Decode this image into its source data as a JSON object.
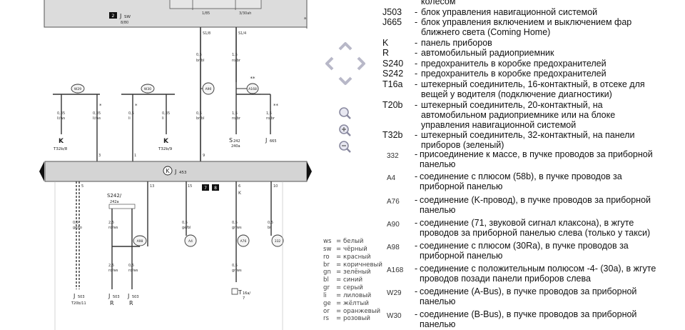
{
  "diagram": {
    "top_box": {
      "tag": "2",
      "label": "J",
      "sub": "SW",
      "ref": "8/80",
      "n1": "1/85",
      "n2": "3/30ah",
      "cut": "a"
    },
    "wires_top": [
      {
        "pin": "S1/8",
        "gauge": "0,5",
        "color": "br/bl"
      },
      {
        "pin": "S1/4",
        "gauge": "1,5",
        "color": "ro/br"
      }
    ],
    "upper_circles": [
      "W29",
      "W30",
      "A90",
      "A168"
    ],
    "upper_wires": [
      {
        "gauge": "0,35",
        "color": "li/ws",
        "target": "K",
        "target_sub": "T32b/8"
      },
      {
        "gauge": "0,35",
        "color": "li/ws",
        "mark": "*"
      },
      {
        "gauge": "0,5",
        "color": "li",
        "mark": "*"
      },
      {
        "gauge": "0,35",
        "color": "li",
        "target": "K",
        "target_sub": "T32b/9"
      },
      {
        "gauge": "0,5",
        "color": "br/bl"
      },
      {
        "gauge": "1,5",
        "color": "ro/br",
        "target": "S",
        "target_sub": "242",
        "target_sub2": "240a"
      },
      {
        "gauge": "1,5",
        "color": "ro/br",
        "target": "J",
        "target_sub": "665",
        "mark": "**"
      }
    ],
    "bar_pins_top": [
      "3",
      "1",
      "9"
    ],
    "bar": {
      "symbol": "K",
      "label": "J",
      "sub": "453",
      "tags": [
        "7",
        "8"
      ]
    },
    "bar_pins_bottom": [
      "5",
      "13",
      "15",
      "6",
      "10"
    ],
    "lower": {
      "fuse": {
        "label": "S242/",
        "sub": "242a"
      },
      "circles": [
        "A98",
        "A4",
        "A76",
        "332"
      ],
      "wires": [
        {
          "gauge": "0,5",
          "color": "ge/ro"
        },
        {
          "gauge": "2,5",
          "color": "ro/ws"
        },
        {
          "gauge": "2,5",
          "color": "ro/ws"
        },
        {
          "gauge": "0,5",
          "color": "ro/ws"
        },
        {
          "gauge": "0,5",
          "color": "ge/bl"
        },
        {
          "gauge": "0,5",
          "color": "gr/ws"
        },
        {
          "gauge": "0,5",
          "color": "gr/ws"
        },
        {
          "gauge": "0,5",
          "color": "br"
        }
      ],
      "k_label": "K",
      "targets": [
        {
          "label": "J",
          "sub": "503",
          "sub2": "T20b/11"
        },
        {
          "label": "J",
          "sub": "503",
          "sub2": "R"
        },
        {
          "label": "J",
          "sub": "503",
          "sub2": "R"
        },
        {
          "label": "T",
          "sub": "16a/",
          "sub2": "7"
        }
      ]
    }
  },
  "nav": {
    "icons": [
      "arrow-up",
      "arrow-left",
      "arrow-right",
      "arrow-down",
      "zoom-reset",
      "zoom-in",
      "zoom-out"
    ]
  },
  "legend": {
    "partial_top": "колесом",
    "items": [
      {
        "code": "J503",
        "desc": "блок управления навигационной системой"
      },
      {
        "code": "J665",
        "desc": "блок управления включением и выключением фар ближнего света (Coming Home)"
      },
      {
        "code": "K",
        "desc": "панель приборов"
      },
      {
        "code": "R",
        "desc": "автомобильный радиоприемник"
      },
      {
        "code": "S240",
        "desc": "предохранитель в коробке предохранителей"
      },
      {
        "code": "S242",
        "desc": "предохранитель в коробке предохранителей"
      },
      {
        "code": "T16a",
        "desc": "штекерный соединитель, 16-контактный, в отсеке для вещей у водителя (подключение диагностики)"
      },
      {
        "code": "T20b",
        "desc": "штекерный соединитель, 20-контактный, на автомобильном радиоприемнике или на блоке управления навигационной системой"
      },
      {
        "code": "T32b",
        "desc": "штекерный соединитель, 32-контактный, на панели приборов (зеленый)"
      },
      {
        "code": "332",
        "desc": "присоединение к массе, в пучке проводов за приборной панелью"
      },
      {
        "code": "A4",
        "desc": "соединение с плюсом (58b), в пучке проводов за приборной панелью"
      },
      {
        "code": "A76",
        "desc": "соединение (K-провод), в пучке проводов за приборной панелью"
      },
      {
        "code": "A90",
        "desc": "соединение (71, звуковой сигнал клаксона), в жгуте проводов за приборной панелью слева (только у такси)"
      },
      {
        "code": "A98",
        "desc": "соединение с плюсом (30Ra), в пучке проводов за приборной панелью"
      },
      {
        "code": "A168",
        "desc": "соединение с положительным полюсом -4- (30a), в жгуте проводов позади панели приборов слева"
      },
      {
        "code": "W29",
        "desc": "соединение (A-Bus), в пучке проводов за приборной панелью"
      },
      {
        "code": "W30",
        "desc": "соединение (B-Bus), в пучке проводов за приборной панелью"
      }
    ]
  },
  "color_key": [
    {
      "code": "ws",
      "name": "белый"
    },
    {
      "code": "sw",
      "name": "чёрный"
    },
    {
      "code": "ro",
      "name": "красный"
    },
    {
      "code": "br",
      "name": "коричневый"
    },
    {
      "code": "gn",
      "name": "зелёный"
    },
    {
      "code": "bl",
      "name": "синий"
    },
    {
      "code": "gr",
      "name": "серый"
    },
    {
      "code": "li",
      "name": "лиловый"
    },
    {
      "code": "ge",
      "name": "жёлтый"
    },
    {
      "code": "or",
      "name": "оранжевый"
    },
    {
      "code": "rs",
      "name": "розовый"
    }
  ]
}
